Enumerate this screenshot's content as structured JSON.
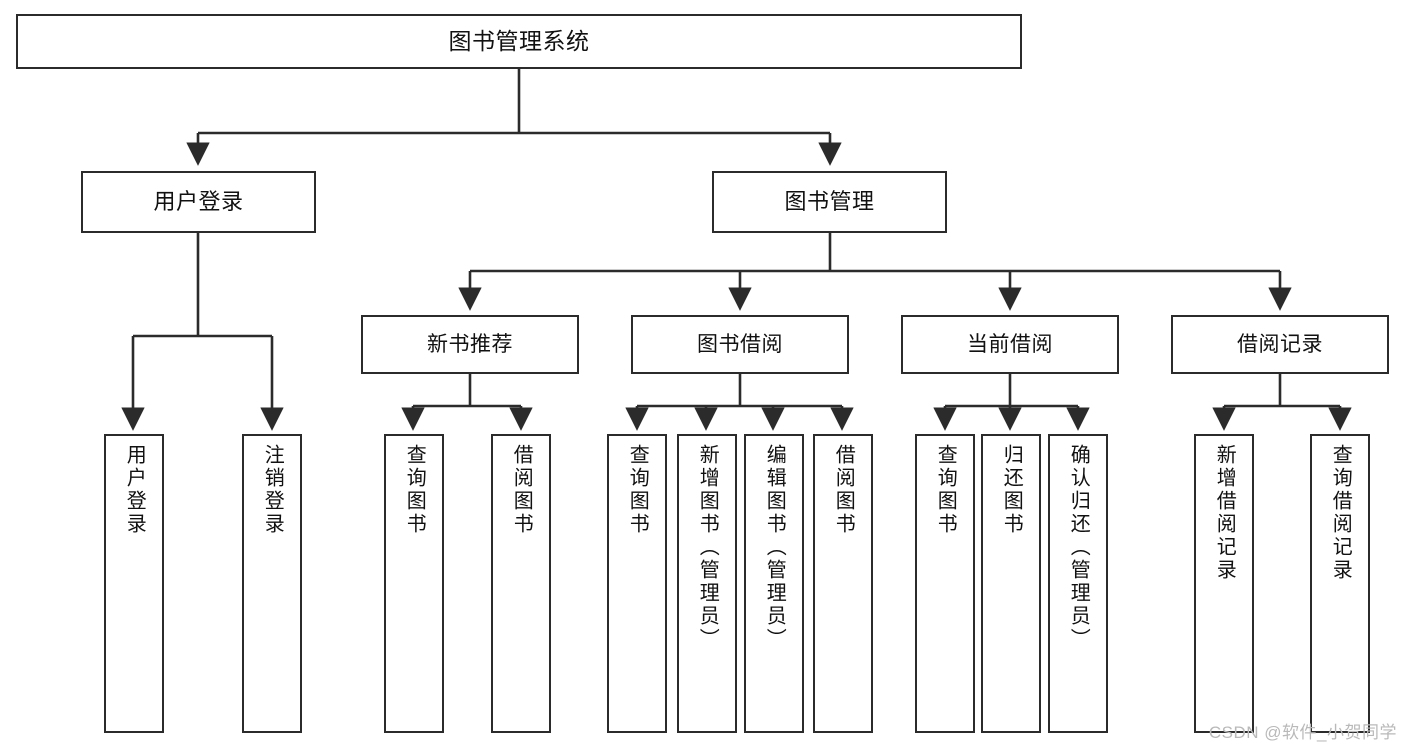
{
  "diagram": {
    "title": "图书管理系统",
    "type": "tree",
    "watermark": "CSDN @软件_小贺同学",
    "line_color": "#2b2b2b",
    "box_fill": "#ffffff",
    "text_color": "#111111",
    "nodes": {
      "root": {
        "label": "图书管理系统"
      },
      "level2": [
        {
          "id": "user-login",
          "label": "用户登录"
        },
        {
          "id": "book-manage",
          "label": "图书管理"
        }
      ],
      "level3": [
        {
          "id": "new-book-recommend",
          "label": "新书推荐"
        },
        {
          "id": "book-borrow",
          "label": "图书借阅"
        },
        {
          "id": "current-borrow",
          "label": "当前借阅"
        },
        {
          "id": "borrow-record",
          "label": "借阅记录"
        }
      ],
      "leaves": {
        "user_login": [
          {
            "id": "leaf-user-login",
            "label": "用户登录"
          },
          {
            "id": "leaf-logout-login",
            "label": "注销登录"
          }
        ],
        "new_book_recommend": [
          {
            "id": "leaf-query-book-1",
            "label": "查询图书"
          },
          {
            "id": "leaf-borrow-book-1",
            "label": "借阅图书"
          }
        ],
        "book_borrow": [
          {
            "id": "leaf-query-book-2",
            "label": "查询图书"
          },
          {
            "id": "leaf-add-book",
            "label": "新增图书（管理员）"
          },
          {
            "id": "leaf-edit-book",
            "label": "编辑图书（管理员）"
          },
          {
            "id": "leaf-borrow-book-2",
            "label": "借阅图书"
          }
        ],
        "current_borrow": [
          {
            "id": "leaf-query-book-3",
            "label": "查询图书"
          },
          {
            "id": "leaf-return-book",
            "label": "归还图书"
          },
          {
            "id": "leaf-confirm-return",
            "label": "确认归还（管理员）"
          }
        ],
        "borrow_record": [
          {
            "id": "leaf-add-borrow-record",
            "label": "新增借阅记录"
          },
          {
            "id": "leaf-query-borrow-record",
            "label": "查询借阅记录"
          }
        ]
      }
    }
  }
}
